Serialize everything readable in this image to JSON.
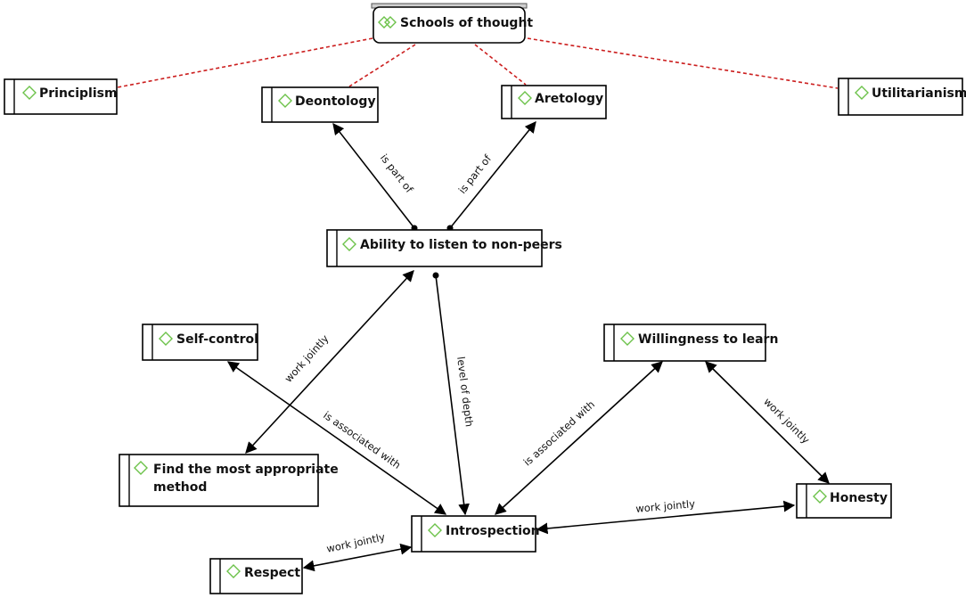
{
  "colors": {
    "icon": "#6cc24a",
    "dashed_link": "#cc1f1f",
    "line": "#000000"
  },
  "nodes": {
    "schools": "Schools of thought",
    "principlism": "Principlism",
    "deontology": "Deontology",
    "aretology": "Aretology",
    "utilitarianism": "Utilitarianism",
    "ability": "Ability to listen to non-peers",
    "selfcontrol": "Self-control",
    "willingness": "Willingness to learn",
    "findmethod": [
      "Find the most appropriate",
      "method"
    ],
    "honesty": "Honesty",
    "introspection": "Introspection",
    "respect": "Respect"
  },
  "edges": {
    "is_part_of_left": "is part of",
    "is_part_of_right": "is part of",
    "work_jointly_ability_find": "work jointly",
    "level_of_depth": "level of depth",
    "is_associated_self": "is associated with",
    "is_associated_will": "is associated with",
    "work_jointly_will_honesty": "work jointly",
    "work_jointly_intro_honesty": "work jointly",
    "work_jointly_respect_intro": "work jointly"
  },
  "icon_name": "diamond-concept-icon"
}
